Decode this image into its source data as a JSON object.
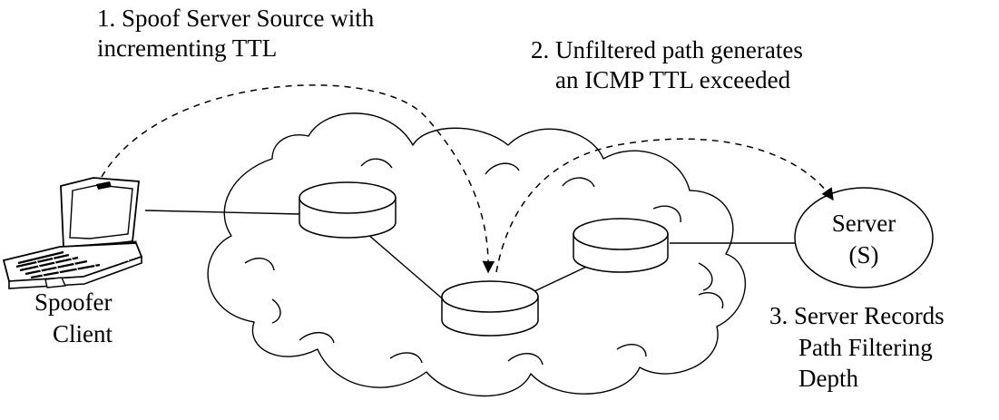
{
  "step1": {
    "line1": "1. Spoof Server Source with",
    "line2": "incrementing TTL"
  },
  "step2": {
    "line1": "2. Unfiltered path generates",
    "line2": "an ICMP TTL exceeded"
  },
  "step3": {
    "line1": "3. Server Records",
    "line2": "Path Filtering",
    "line3": "Depth"
  },
  "server": {
    "line1": "Server",
    "line2": "(S)"
  },
  "client": {
    "line1": "Spoofer",
    "line2": "Client"
  }
}
